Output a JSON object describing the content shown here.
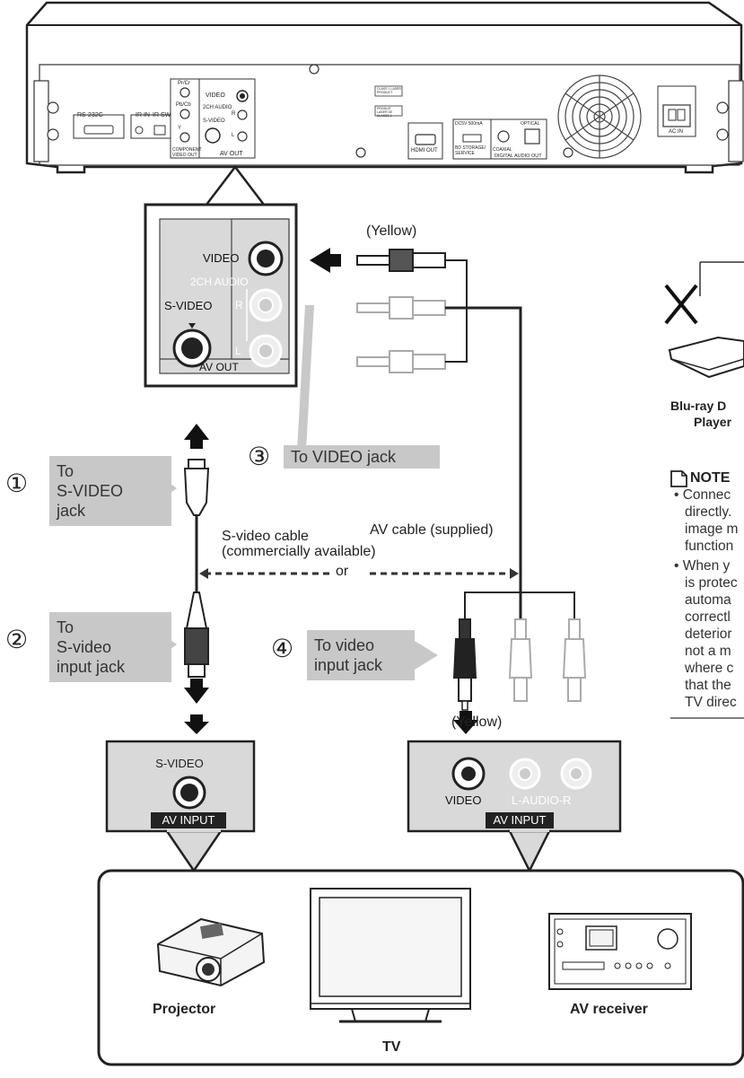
{
  "player_rear": {
    "rs232c": "RS-232C",
    "ir_in": "IR IN",
    "ir_sw": "IR SW",
    "pr_cr": "Pr/Cr",
    "pb_cb": "Pb/Cb",
    "y": "Y",
    "component": "COMPONENT VIDEO OUT",
    "video": "VIDEO",
    "audio_2ch": "2CH AUDIO",
    "s_video": "S-VIDEO",
    "r": "R",
    "l": "L",
    "av_out": "AV OUT",
    "class1": "CLASS 1 LASER PRODUCT",
    "product": "PRODUIT LASER DE CLASSE 1",
    "hdmi_out": "HDMI OUT",
    "dc5v": "DC5V 500mA",
    "bd_storage": "BD STORAGE/ SERVICE",
    "coaxial": "COAXIAL",
    "optical": "OPTICAL",
    "digital_audio_out": "DIGITAL AUDIO OUT",
    "ac_in": "AC IN"
  },
  "zoom_panel": {
    "video": "VIDEO",
    "audio_2ch": "2CH AUDIO",
    "s_video": "S-VIDEO",
    "r": "R",
    "l": "L",
    "av_out": "AV OUT"
  },
  "cables": {
    "yellow_top": "(Yellow)",
    "yellow_bottom": "(Yellow)",
    "av_cable": "AV cable (supplied)",
    "svideo_cable_1": "S-video cable",
    "svideo_cable_2": "(commercially available)",
    "or": "or"
  },
  "steps": {
    "s1_num": "①",
    "s1_line1": "To",
    "s1_line2": "S-VIDEO",
    "s1_line3": "jack",
    "s2_num": "②",
    "s2_line1": "To",
    "s2_line2": "S-video",
    "s2_line3": "input jack",
    "s3_num": "③",
    "s3_label": "To VIDEO jack",
    "s4_num": "④",
    "s4_line1": "To video",
    "s4_line2": "input jack"
  },
  "input_left": {
    "s_video": "S-VIDEO",
    "av_input": "AV INPUT"
  },
  "input_right": {
    "video": "VIDEO",
    "audio": "L-AUDIO-R",
    "av_input": "AV INPUT"
  },
  "devices": {
    "projector": "Projector",
    "tv": "TV",
    "av_receiver": "AV receiver"
  },
  "side": {
    "bluray_line1": "Blu-ray D",
    "bluray_line2": "Player",
    "note_title": "NOTE",
    "n1": "• Connec",
    "n2": "directly.",
    "n3": "image m",
    "n4": "function",
    "n5": "• When y",
    "n6": "is protec",
    "n7": "automa",
    "n8": "correctl",
    "n9": "deterior",
    "n10": "not a m",
    "n11": "where c",
    "n12": "that the",
    "n13": "TV direc"
  }
}
